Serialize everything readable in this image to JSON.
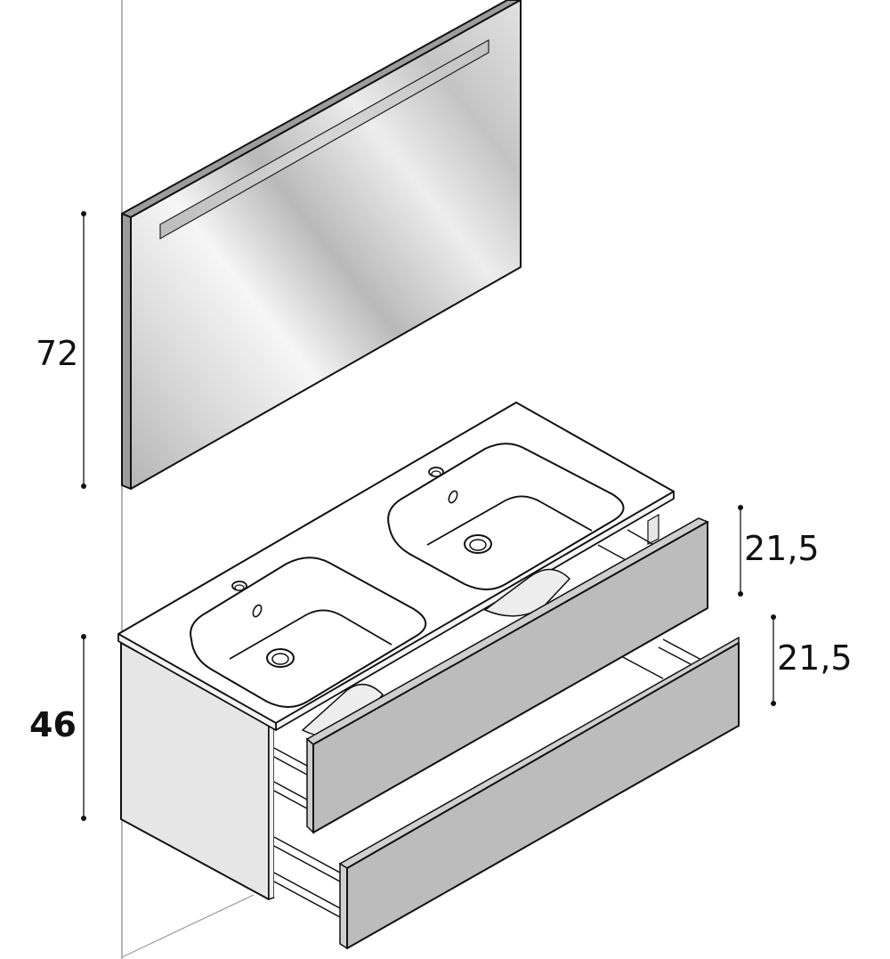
{
  "diagram": {
    "type": "technical-product-drawing",
    "subject": "bathroom vanity unit with double washbasin, two drawers and LED mirror",
    "colors": {
      "background": "#ffffff",
      "outline": "#111111",
      "drawer_front": "#bcbcbc",
      "cabinet_side": "#e6e6e6",
      "mirror_light": "#f4f4f4",
      "mirror_dark": "#a9a9a9",
      "wall_line": "#9a9a9a"
    },
    "components": [
      {
        "id": "mirror",
        "label": "Mirror with LED light strip"
      },
      {
        "id": "washbasin",
        "label": "Double washbasin top"
      },
      {
        "id": "cabinet",
        "label": "Base cabinet"
      },
      {
        "id": "drawer_top",
        "label": "Upper drawer (open)"
      },
      {
        "id": "drawer_bottom",
        "label": "Lower drawer (open)"
      }
    ]
  },
  "dimensions": {
    "mirror_height": {
      "value": "72"
    },
    "cabinet_height": {
      "value": "46"
    },
    "drawer_top_height": {
      "value": "21,5"
    },
    "drawer_bottom_height": {
      "value": "21,5"
    }
  }
}
